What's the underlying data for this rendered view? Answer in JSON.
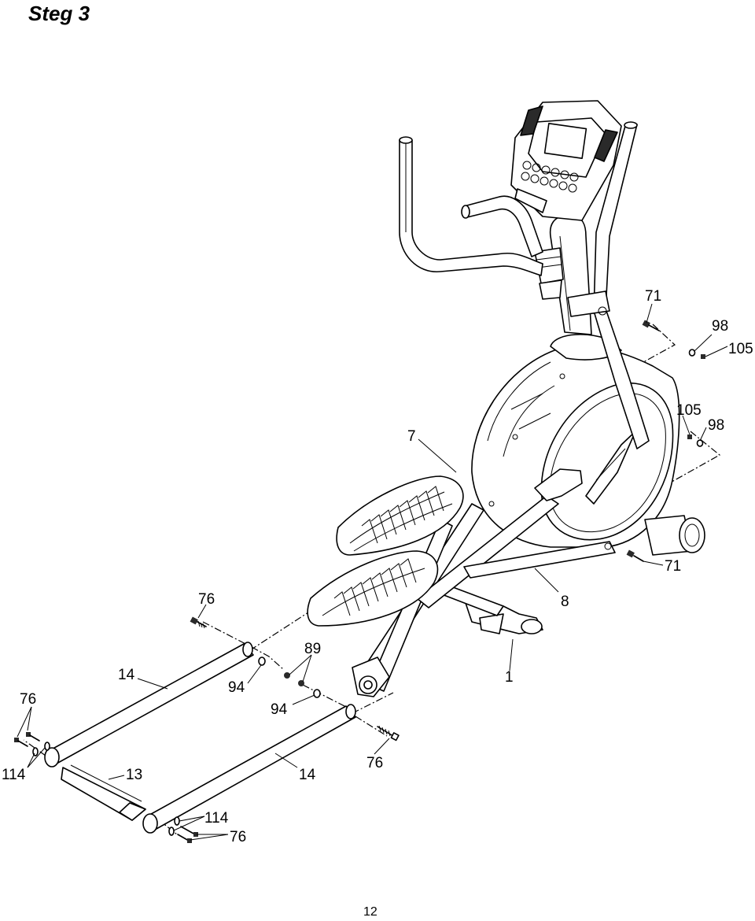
{
  "header": {
    "title": "Steg 3"
  },
  "footer": {
    "page_number": "12"
  },
  "callouts": {
    "c71_top": "71",
    "c98_top": "98",
    "c105_top": "105",
    "c105_mid": "105",
    "c98_mid": "98",
    "c7": "7",
    "c71_right": "71",
    "c8": "8",
    "c76_mid": "76",
    "c89": "89",
    "c14_upper": "14",
    "c1": "1",
    "c94_left": "94",
    "c94_mid": "94",
    "c76_left": "76",
    "c114_left": "114",
    "c13": "13",
    "c14_lower": "14",
    "c76_front": "76",
    "c114_bottom": "114",
    "c76_bottom": "76"
  }
}
